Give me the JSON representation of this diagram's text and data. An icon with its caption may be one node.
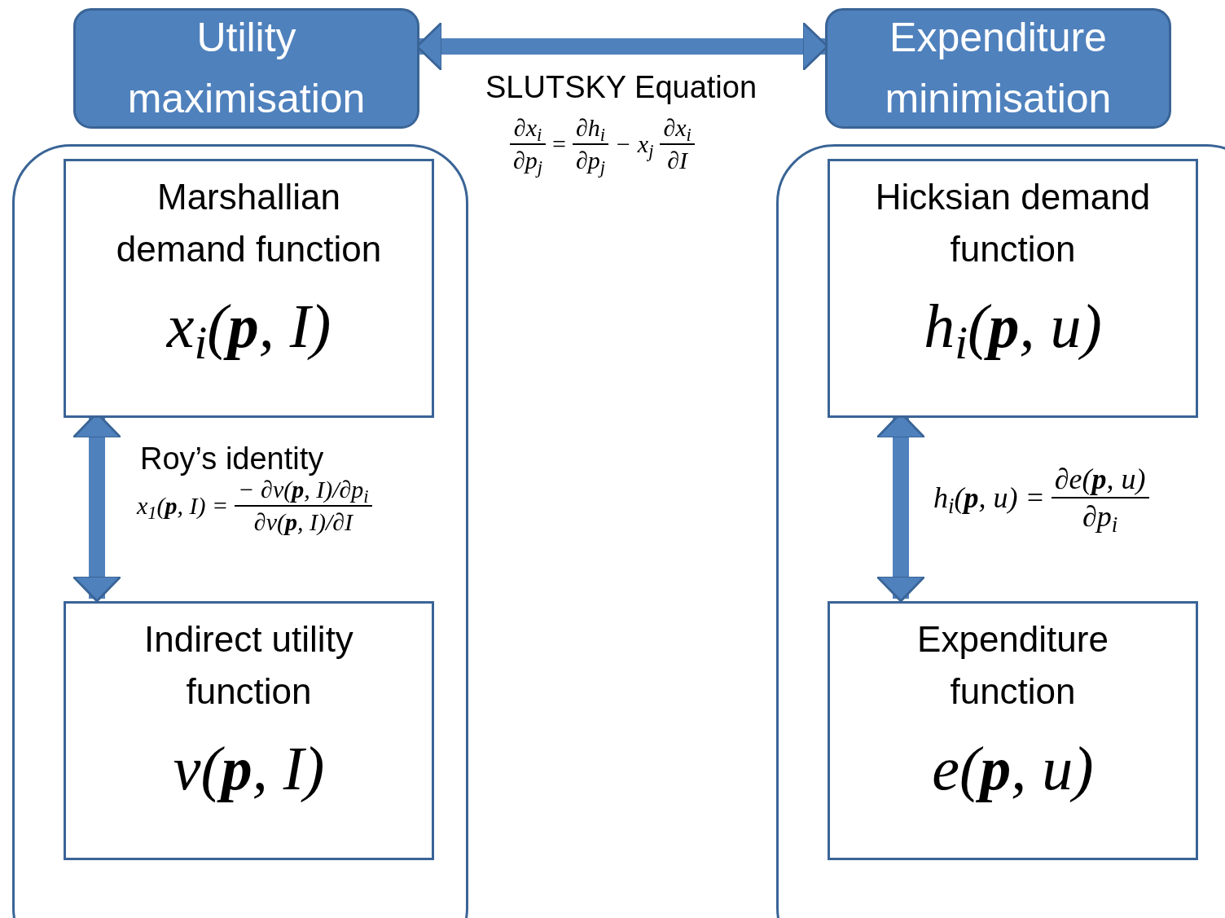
{
  "diagram": {
    "nodes": [
      {
        "text": [
          "Utility maximisation"
        ]
      },
      {
        "text": [
          "Expenditure minimisation"
        ]
      },
      {
        "text": [],
        "shape": "box"
      },
      {
        "text": [
          "Marshallian demand function",
          "x$_{i}$(**p**, I)"
        ],
        "in": 2
      },
      {
        "text": [
          "Indirect utility function",
          "v(**p**, I)"
        ],
        "in": 2
      },
      {
        "text": [],
        "shape": "box"
      },
      {
        "text": [
          "Hicksian demand function",
          "h$_{i}$(**p**, u)"
        ],
        "in": 5
      },
      {
        "text": [
          "Expenditure function",
          "e(**p**, u)"
        ],
        "in": 5
      }
    ],
    "edges": [
      {
        "from": 0,
        "to": 1,
        "arrow": "both",
        "label": "SLUTSKY Equation"
      },
      {
        "from": 3,
        "to": 4,
        "arrow": "both",
        "label": "Roy’s identity"
      },
      {
        "from": 6,
        "to": 7,
        "arrow": "both"
      }
    ],
    "labels": [
      "∂x$_{i}$",
      "∂p$_{j}$",
      "=",
      "∂h$_{i}$",
      "∂p$_{j}$",
      "− x$_{j}$",
      "∂x$_{i}$",
      "∂I",
      "x$_{1}$(**p**, I) =",
      "− ∂v(**p**, I)/∂p$_{i}$",
      "∂v(**p**, I)/∂I",
      "h$_{i}$(**p**, u) =",
      "∂e(**p**, u)",
      "∂p$_{i}$"
    ]
  }
}
